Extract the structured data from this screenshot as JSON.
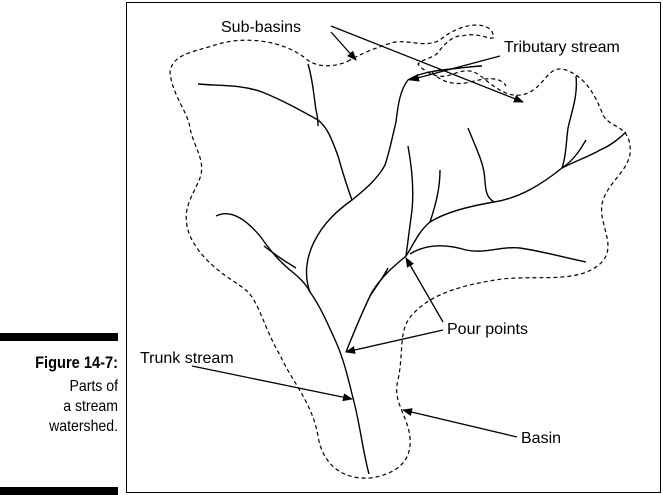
{
  "figure": {
    "number": "Figure 14-7:",
    "caption_lines": [
      "Parts of",
      "a stream",
      "watershed."
    ]
  },
  "labels": {
    "sub_basins": "Sub-basins",
    "tributary_stream": "Tributary stream",
    "pour_points": "Pour points",
    "trunk_stream": "Trunk stream",
    "basin": "Basin"
  }
}
